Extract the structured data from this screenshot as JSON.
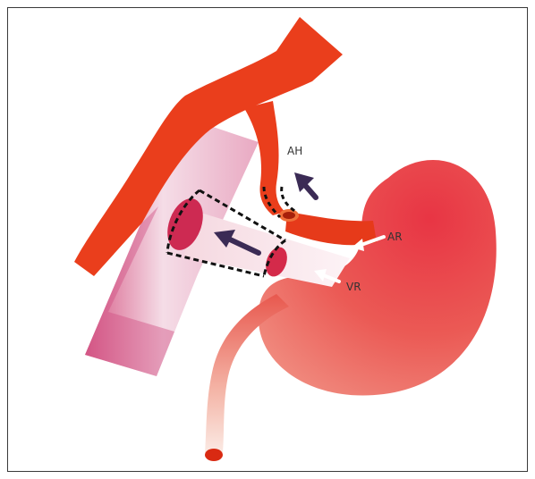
{
  "labels": {
    "ah": "AH",
    "ar": "AR",
    "vr": "VR"
  },
  "colors": {
    "artery": "#ea3e1c",
    "artery_dark": "#d92a12",
    "kidney": "#e8474a",
    "vein_light": "#f6dde6",
    "vein_dark": "#c43a67",
    "arrow_dark": "#3b2b55",
    "arrow_light": "#ffffff",
    "dash": "#111111"
  }
}
